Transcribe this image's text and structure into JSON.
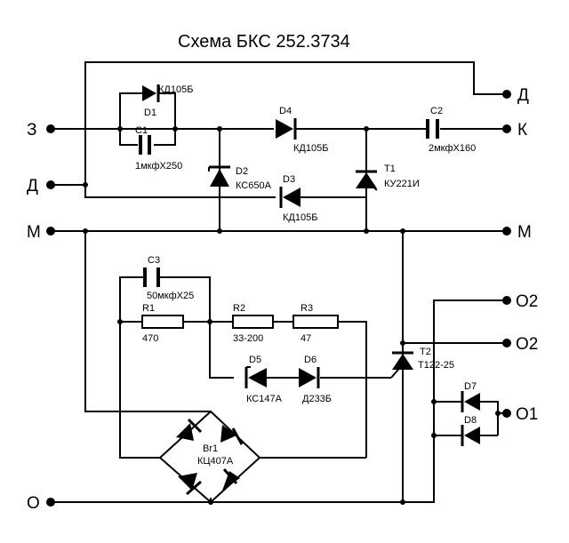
{
  "title": "Схема БКС 252.3734",
  "terminals": {
    "z": "З",
    "d_left": "Д",
    "m_left": "М",
    "o_left": "О",
    "d_right": "Д",
    "k": "К",
    "m_right": "М",
    "o2_top": "О2",
    "o2_bottom": "О2",
    "o1": "О1"
  },
  "components": {
    "D1": {
      "ref": "D1",
      "type": "КД105Б"
    },
    "C1": {
      "ref": "C1",
      "type": "1мкфХ250"
    },
    "D2": {
      "ref": "D2",
      "type": "КС650А"
    },
    "D3": {
      "ref": "D3",
      "type": "КД105Б"
    },
    "D4": {
      "ref": "D4",
      "type": "КД105Б"
    },
    "C2": {
      "ref": "C2",
      "type": "2мкфХ160"
    },
    "T1": {
      "ref": "T1",
      "type": "КУ221И"
    },
    "C3": {
      "ref": "C3",
      "type": "50мкфХ25"
    },
    "R1": {
      "ref": "R1",
      "value": "470"
    },
    "R2": {
      "ref": "R2",
      "value": "33-200"
    },
    "R3": {
      "ref": "R3",
      "value": "47"
    },
    "D5": {
      "ref": "D5",
      "type": "КС147А"
    },
    "D6": {
      "ref": "D6",
      "type": "Д233Б"
    },
    "T2": {
      "ref": "T2",
      "type": "Т122-25"
    },
    "D7": {
      "ref": "D7"
    },
    "D8": {
      "ref": "D8"
    },
    "Br1": {
      "ref": "Br1",
      "type": "КЦ407А"
    }
  }
}
